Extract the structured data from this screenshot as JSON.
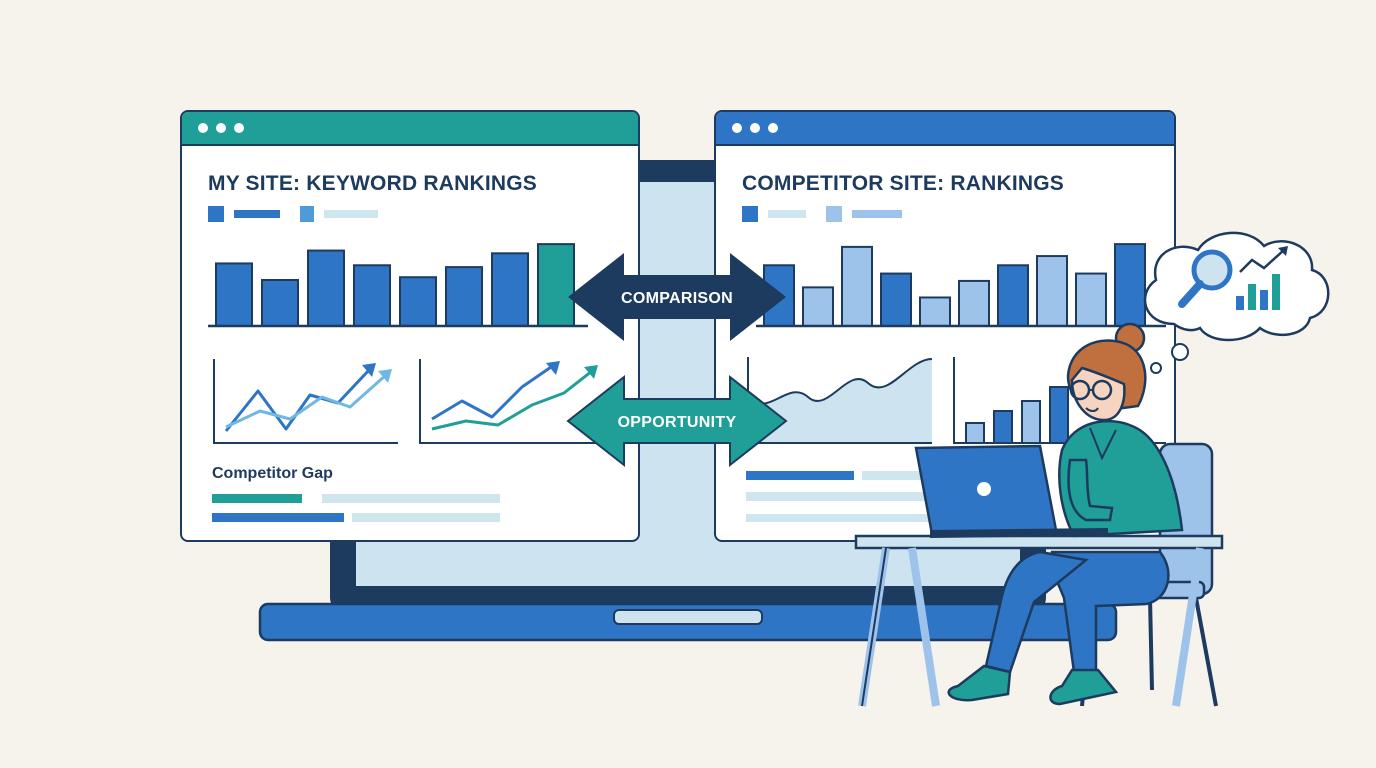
{
  "my_site": {
    "title": "MY SITE: KEYWORD RANKINGS",
    "gap_label": "Competitor Gap",
    "bar_values": [
      68,
      50,
      82,
      66,
      53,
      64,
      79,
      89
    ],
    "bar_colors": [
      "#2f75c6",
      "#2f75c6",
      "#2f75c6",
      "#2f75c6",
      "#2f75c6",
      "#2f75c6",
      "#2f75c6",
      "#1f9f97"
    ]
  },
  "competitor_site": {
    "title": "COMPETITOR SITE: RANKINGS",
    "bar_values": [
      66,
      42,
      86,
      57,
      31,
      49,
      66,
      76,
      57,
      89
    ],
    "bar_colors": [
      "#2f75c6",
      "#9ec3eb",
      "#9ec3eb",
      "#2f75c6",
      "#9ec3eb",
      "#9ec3eb",
      "#2f75c6",
      "#9ec3eb",
      "#9ec3eb",
      "#2f75c6"
    ]
  },
  "arrows": {
    "comparison_label": "COMPARISON",
    "opportunity_label": "OPPORTUNITY"
  },
  "colors": {
    "outline": "#1d3a5f",
    "teal": "#1f9f97",
    "blue": "#2f75c6",
    "light_blue": "#9ec3eb",
    "pale_blue": "#cde4f0",
    "background": "#f6f2ec"
  },
  "icons": {
    "thought_bubble": "magnifier-growth-chart-icon",
    "laptop": "laptop-icon"
  }
}
